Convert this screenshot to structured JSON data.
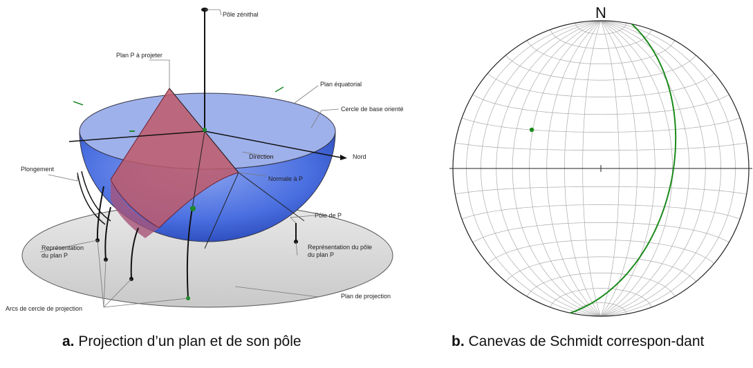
{
  "figure_a": {
    "labels": {
      "pole_zenithal": "Pôle zénithal",
      "plan_p": "Plan P à projeter",
      "plan_equatorial": "Plan équatorial",
      "cercle_base": "Cercle de base orienté",
      "nord": "Nord",
      "direction": "Direction",
      "plongement": "Plongement",
      "normale": "Normale à P",
      "pole_p": "Pôle de P",
      "repr_plan_1": "Représentation",
      "repr_plan_2": "du plan P",
      "repr_pole_1": "Représentation du pôle",
      "repr_pole_2": "du plan P",
      "plan_projection": "Plan de projection",
      "arcs": "Arcs de cercle de projection"
    },
    "colors": {
      "hemisphere": "#4a6fe0",
      "plane_p": "#c05a6a",
      "projection_plane": "#d9d9d9",
      "pole_dot": "#1d8a2a"
    }
  },
  "figure_b": {
    "north_label": "N",
    "colors": {
      "grid": "#aaaaaa",
      "great_circle": "#1a8a1a",
      "pole": "#1a8a1a"
    }
  },
  "captions": {
    "a_letter": "a.",
    "a_text": " Projection d’un plan et de son pôle",
    "b_letter": "b.",
    "b_text": " Canevas de Schmidt correspon-dant"
  }
}
